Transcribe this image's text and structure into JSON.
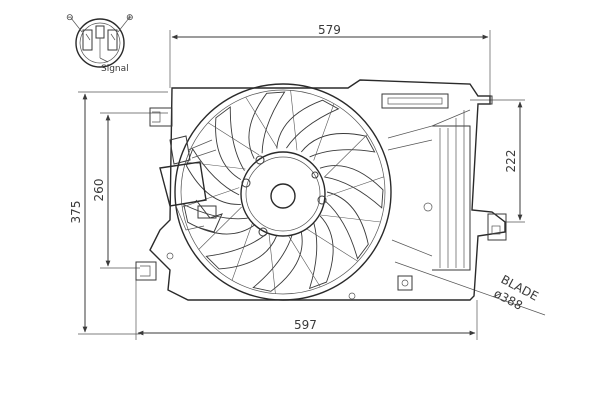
{
  "drawing": {
    "dimensions": {
      "top_width": "579",
      "bottom_width": "597",
      "left_height": "375",
      "inner_height": "260",
      "right_height": "222",
      "blade_label": "BLADE",
      "blade_diameter": "ø388"
    },
    "connector": {
      "minus_symbol": "⊖",
      "plus_symbol": "⊕",
      "signal_label": "Signal"
    }
  }
}
